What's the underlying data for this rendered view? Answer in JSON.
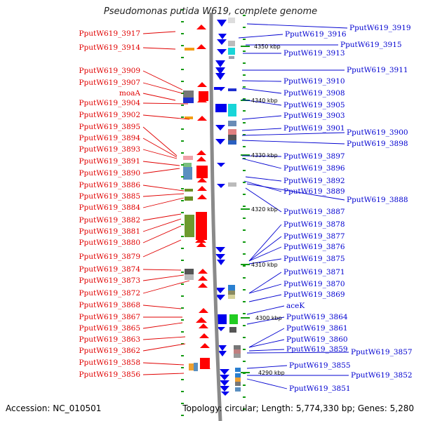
{
  "title": "Pseudomonas putida W619, complete genome",
  "accession": "Accession: NC_010501",
  "footer_info": "Topology: circular; Length: 5,774,330 bp; Genes: 5,280",
  "colors": {
    "left_labels": "#e00000",
    "right_labels": "#0000d0",
    "backbone": "#888888",
    "forward_features": "#ff0000",
    "reverse_features": "#0000ee",
    "tick_marks": "#119911"
  },
  "left_labels": [
    "PputW619_3917",
    "PputW619_3914",
    "PputW619_3909",
    "PputW619_3907",
    "moaA",
    "PputW619_3904",
    "PputW619_3902",
    "PputW619_3895",
    "PputW619_3894",
    "PputW619_3893",
    "PputW619_3891",
    "PputW619_3890",
    "PputW619_3886",
    "PputW619_3885",
    "PputW619_3884",
    "PputW619_3882",
    "PputW619_3881",
    "PputW619_3880",
    "PputW619_3879",
    "PputW619_3874",
    "PputW619_3873",
    "PputW619_3872",
    "PputW619_3868",
    "PputW619_3867",
    "PputW619_3865",
    "PputW619_3863",
    "PputW619_3862",
    "PputW619_3858",
    "PputW619_3856"
  ],
  "right_labels": [
    "PputW619_3919",
    "PputW619_3916",
    "PputW619_3915",
    "PputW619_3913",
    "PputW619_3911",
    "PputW619_3910",
    "PputW619_3908",
    "PputW619_3905",
    "PputW619_3903",
    "PputW619_3901",
    "PputW619_3900",
    "PputW619_3898",
    "PputW619_3897",
    "PputW619_3896",
    "PputW619_3892",
    "PputW619_3889",
    "PputW619_3888",
    "PputW619_3887",
    "PputW619_3878",
    "PputW619_3877",
    "PputW619_3876",
    "PputW619_3875",
    "PputW619_3871",
    "PputW619_3870",
    "PputW619_3869",
    "aceK",
    "PputW619_3864",
    "PputW619_3861",
    "PputW619_3860",
    "PputW619_3859",
    "PputW619_3857",
    "PputW619_3855",
    "PputW619_3852",
    "PputW619_3851"
  ],
  "position_marks": [
    "4350 kbp",
    "4340 kbp",
    "4330 kbp",
    "4320 kbp",
    "4310 kbp",
    "4300 kbp",
    "4290 kbp"
  ]
}
